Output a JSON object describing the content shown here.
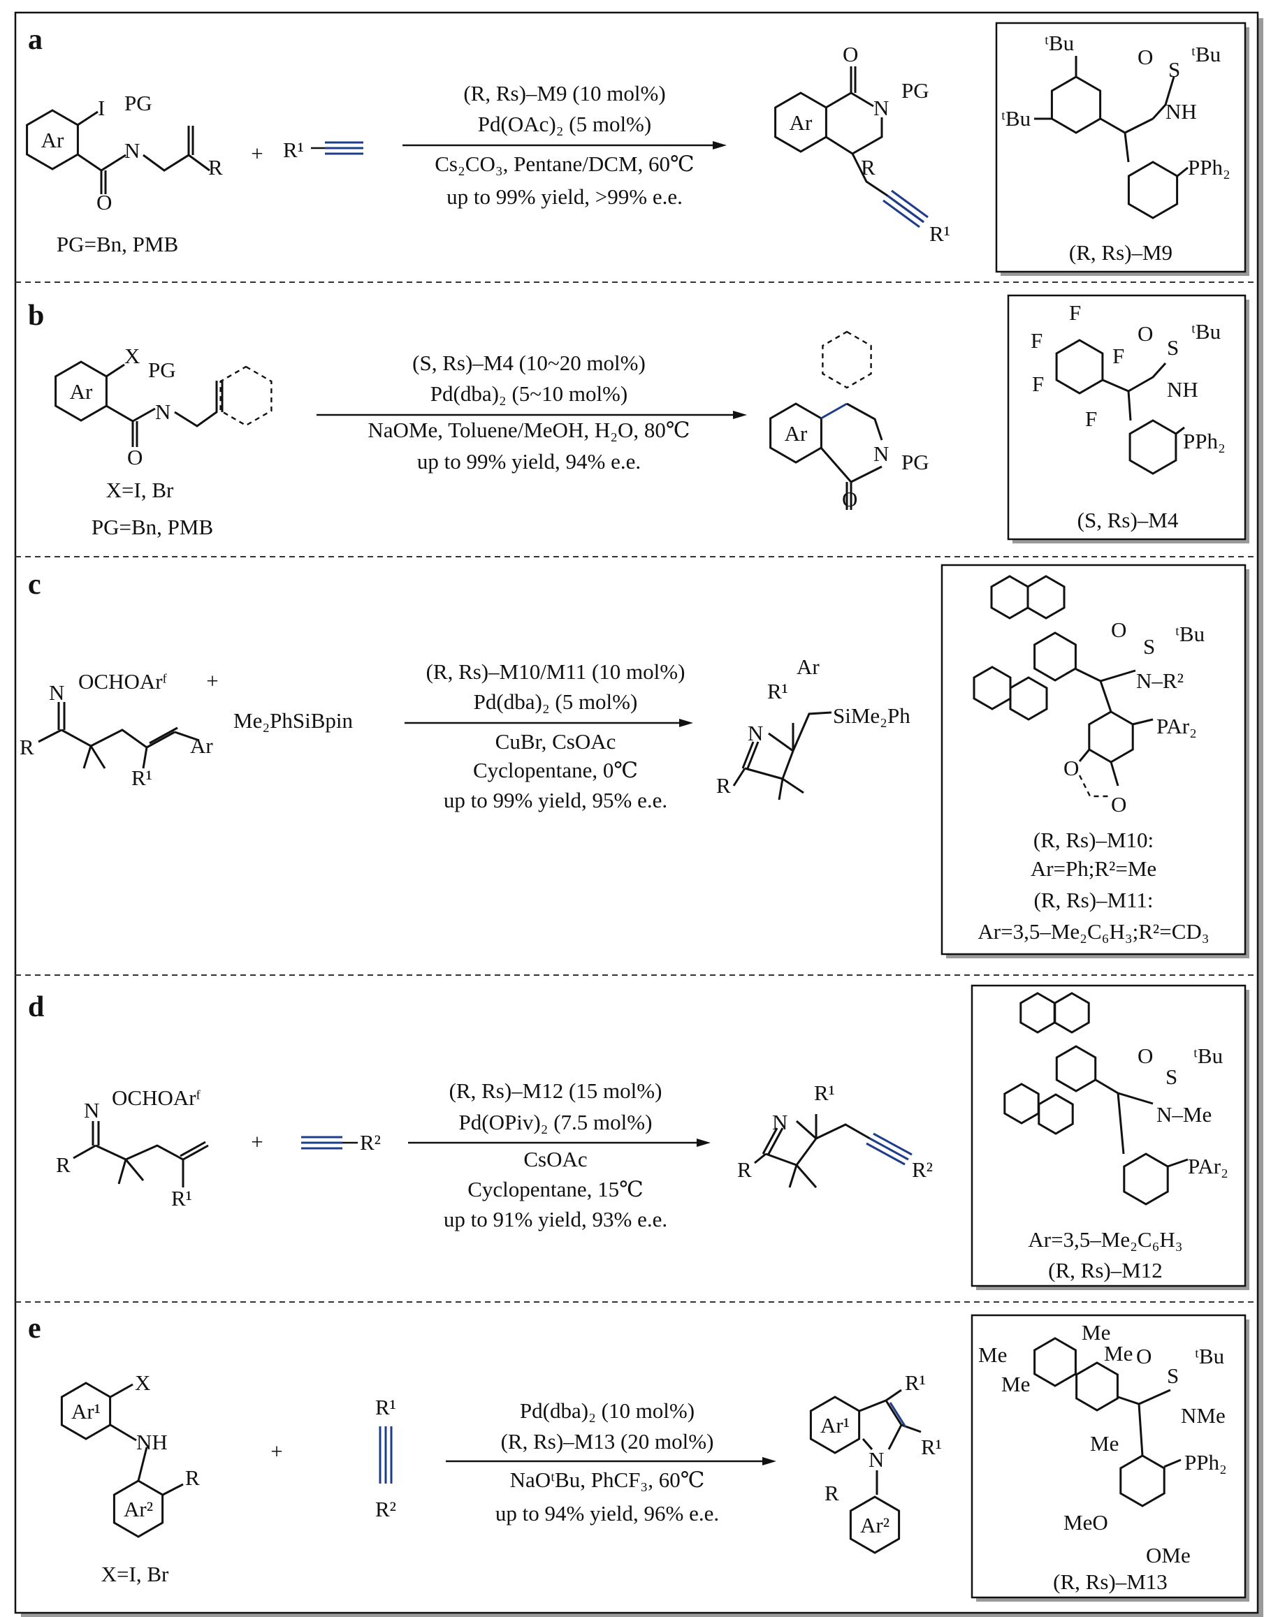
{
  "panels": {
    "a": {
      "label": "a",
      "reactant": {
        "ar": "Ar",
        "x": "I",
        "pg": "PG",
        "n": "N",
        "o": "O",
        "r": "R",
        "note": "PG=Bn, PMB"
      },
      "plus": "+",
      "alkyne": {
        "r1": "R¹"
      },
      "conditions": [
        "(R, Rs)–M9 (10 mol%)",
        "Pd(OAc)₂ (5 mol%)",
        "Cs₂CO₃, Pentane/DCM, 60℃",
        "up to 99% yield, >99% e.e."
      ],
      "product": {
        "ar": "Ar",
        "o": "O",
        "n": "N",
        "pg": "PG",
        "r": "R",
        "r1": "R¹"
      },
      "ligand": {
        "tbu1": "ᵗBu",
        "tbu2": "ᵗBu",
        "o": "O",
        "s": "S",
        "tbu3": "ᵗBu",
        "nh": "NH",
        "pph2": "PPh₂",
        "name": "(R, Rs)–M9"
      }
    },
    "b": {
      "label": "b",
      "reactant": {
        "ar": "Ar",
        "x": "X",
        "pg": "PG",
        "n": "N",
        "o": "O",
        "note1": "X=I, Br",
        "note2": "PG=Bn, PMB"
      },
      "conditions": [
        "(S, Rs)–M4 (10~20 mol%)",
        "Pd(dba)₂ (5~10 mol%)",
        "NaOMe, Toluene/MeOH, H₂O, 80℃",
        "up to 99% yield, 94% e.e."
      ],
      "product": {
        "ar": "Ar",
        "n": "N",
        "pg": "PG",
        "o": "O"
      },
      "ligand": {
        "f1": "F",
        "f2": "F",
        "f3": "F",
        "f4": "F",
        "f5": "F",
        "o": "O",
        "s": "S",
        "tbu": "ᵗBu",
        "nh": "NH",
        "pph2": "PPh₂",
        "name": "(S, Rs)–M4"
      }
    },
    "c": {
      "label": "c",
      "reactant": {
        "n": "N",
        "ox": "OCHOArᶠ",
        "r": "R",
        "r1": "R¹",
        "ar": "Ar"
      },
      "plus": "+",
      "reagent": "Me₂PhSiBpin",
      "conditions": [
        "(R, Rs)–M10/M11 (10 mol%)",
        "Pd(dba)₂ (5 mol%)",
        "CuBr, CsOAc",
        "Cyclopentane, 0℃",
        "up to 99% yield, 95% e.e."
      ],
      "product": {
        "n": "N",
        "r": "R",
        "r1": "R¹",
        "ar": "Ar",
        "si": "SiMe₂Ph"
      },
      "ligand": {
        "o": "O",
        "s": "S",
        "tbu": "ᵗBu",
        "nr2": "N–R²",
        "par2": "PAr₂",
        "o1": "O",
        "o2": "O",
        "name1": "(R, Rs)–M10:",
        "def1": "Ar=Ph;R²=Me",
        "name2": "(R, Rs)–M11:",
        "def2": "Ar=3,5–Me₂C₆H₃;R²=CD₃"
      }
    },
    "d": {
      "label": "d",
      "reactant": {
        "n": "N",
        "ox": "OCHOArᶠ",
        "r": "R",
        "r1": "R¹"
      },
      "plus": "+",
      "alkyne": {
        "r2": "R²"
      },
      "conditions": [
        "(R, Rs)–M12 (15 mol%)",
        "Pd(OPiv)₂ (7.5 mol%)",
        "CsOAc",
        "Cyclopentane, 15℃",
        "up to 91% yield, 93% e.e."
      ],
      "product": {
        "n": "N",
        "r": "R",
        "r1": "R¹",
        "r2": "R²"
      },
      "ligand": {
        "o": "O",
        "s": "S",
        "tbu": "ᵗBu",
        "nme": "N–Me",
        "par2": "PAr₂",
        "def": "Ar=3,5–Me₂C₆H₃",
        "name": "(R, Rs)–M12"
      }
    },
    "e": {
      "label": "e",
      "reactant": {
        "ar1": "Ar¹",
        "x": "X",
        "nh": "NH",
        "ar2": "Ar²",
        "r": "R",
        "note": "X=I, Br"
      },
      "plus": "+",
      "alkyne": {
        "r1": "R¹",
        "r2": "R²"
      },
      "conditions": [
        "Pd(dba)₂ (10 mol%)",
        "(R, Rs)–M13 (20 mol%)",
        "NaOᵗBu, PhCF₃, 60℃",
        "up to 94% yield, 96% e.e."
      ],
      "product": {
        "ar1": "Ar¹",
        "n": "N",
        "r1a": "R¹",
        "r1b": "R¹",
        "r": "R",
        "ar2": "Ar²"
      },
      "ligand": {
        "me1": "Me",
        "me2": "Me",
        "me3": "Me",
        "me4": "Me",
        "me5": "Me",
        "o": "O",
        "s": "S",
        "tbu": "ᵗBu",
        "nme": "NMe",
        "pph2": "PPh₂",
        "meo": "MeO",
        "ome": "OMe",
        "name": "(R, Rs)–M13"
      }
    }
  },
  "colors": {
    "highlight_bond": "#1f3c88"
  }
}
